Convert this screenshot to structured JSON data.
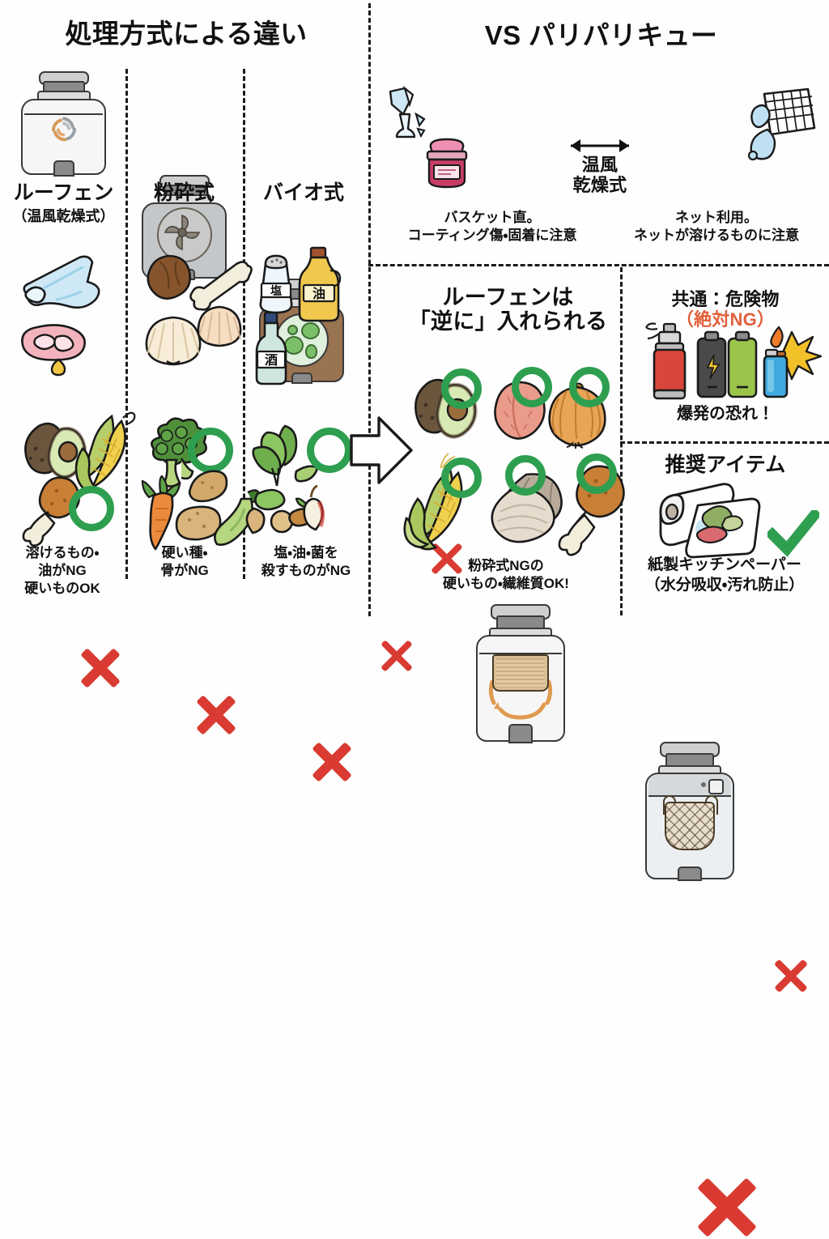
{
  "meta": {
    "bg_color": "#fefefe",
    "ink_color": "#111111",
    "ok_color": "#2e9e4f",
    "ng_color": "#d93b32",
    "accent_orange": "#e2603a"
  },
  "left_panel": {
    "title": "処理方式による違い",
    "columns": [
      {
        "device_name": "ルーフェン",
        "device_sub": "（温風乾燥式）",
        "device_type": "loofen-hot-air-dryer",
        "ng_items": [
          "plastic-wrap",
          "fatty-meat",
          "oil-drop"
        ],
        "ng_mark": "x-mark",
        "ok_items": [
          "avocado",
          "corn",
          "chicken-drumstick"
        ],
        "ok_mark": "o-mark",
        "caption": [
          "溶けるもの・",
          "油がNG",
          "硬いものOK"
        ]
      },
      {
        "device_name": "粉砕式",
        "device_sub": "",
        "device_type": "crusher-grinder",
        "ng_items": [
          "nut",
          "bone",
          "scallop-shell",
          "clam-shell"
        ],
        "ng_mark": "x-mark",
        "ok_items": [
          "broccoli",
          "carrot",
          "potato",
          "green-pepper"
        ],
        "ok_mark": "o-mark",
        "caption": [
          "硬い種・",
          "骨がNG"
        ]
      },
      {
        "device_name": "バイオ式",
        "device_sub": "",
        "device_type": "bio-composter",
        "ng_items": [
          "salt-shaker",
          "oil-bottle",
          "sake-bottle"
        ],
        "ng_item_labels": [
          "塩",
          "油",
          "酒"
        ],
        "ng_mark": "x-mark",
        "ok_items": [
          "leafy-greens",
          "vegetable-scraps",
          "apple-core"
        ],
        "ok_mark": "o-mark",
        "caption": [
          "塩・油・菌を",
          "殺すものがNG"
        ]
      }
    ]
  },
  "vs_panel": {
    "title": "VS パリパリキュー",
    "middle_label": [
      "温風",
      "乾燥式"
    ],
    "middle_arrow": "double-headed-arrow",
    "left_device": {
      "device_type": "loofen-basket-machine",
      "ng_items": [
        "broken-glass",
        "jam-jar"
      ],
      "ng_marks": [
        "x-mark",
        "x-mark"
      ],
      "caption": [
        "バスケット直。",
        "コーティング傷・固着に注意"
      ]
    },
    "right_device": {
      "device_type": "paripari-cue-net-machine",
      "ng_items": [
        "melting-net"
      ],
      "ng_marks": [
        "x-mark"
      ],
      "caption": [
        "ネット利用。",
        "ネットが溶けるものに注意"
      ]
    }
  },
  "center_panel": {
    "title": [
      "ルーフェンは",
      "「逆に」入れられる"
    ],
    "arrow": "right-block-arrow",
    "items": [
      {
        "name": "avocado",
        "mark": "o-mark"
      },
      {
        "name": "peach",
        "mark": "o-mark"
      },
      {
        "name": "onion",
        "mark": "o-mark"
      },
      {
        "name": "corn",
        "mark": "o-mark"
      },
      {
        "name": "clam-shell",
        "mark": "o-mark"
      },
      {
        "name": "chicken-drumstick",
        "mark": "o-mark"
      }
    ],
    "caption": [
      "粉砕式NGの",
      "硬いもの・繊維質OK!"
    ]
  },
  "danger_panel": {
    "title_main": "共通：危険物",
    "title_accent": "（絶対NG）",
    "items": [
      "spray-can",
      "battery",
      "lighter"
    ],
    "overlay_mark": "x-mark",
    "caption": "爆発の恐れ！"
  },
  "recommend_panel": {
    "title": "推奨アイテム",
    "item": "paper-towel-roll",
    "mark": "check-mark",
    "caption": [
      "紙製キッチンペーパー",
      "（水分吸収・汚れ防止）"
    ]
  }
}
